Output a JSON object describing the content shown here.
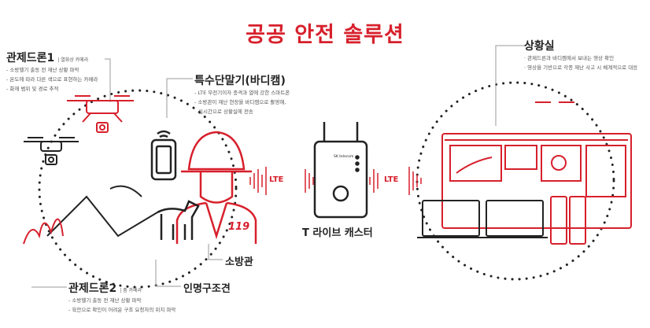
{
  "title": "공공 안전 솔루션",
  "drone1": {
    "title": "관제드론1",
    "sub": "| 열화상 카메라",
    "items": [
      "- 소방헬기 출동 전 재난 상황 파악",
      "- 온도에 따라 다른 색으로 표현하는 카메라",
      "- 화재 범위 및 경로 추적"
    ]
  },
  "bodycam": {
    "title": "특수단말기(바디캠)",
    "items": [
      "- LTE 무전기이자 충격과 열에 강한 스마트폰",
      "- 소방관이 재난 현장을 바디캠으로 촬영해,",
      "  실시간으로 상황실에 전송"
    ]
  },
  "control": {
    "title": "상황실",
    "items": [
      "· 관제드론과 바디캠에서 보내는 영상 확인",
      "· 영상을 기반으로 각종 재난 사고 시 체계적으로 대응"
    ]
  },
  "drone2": {
    "title": "관제드론2",
    "sub": "| 줌 카메라",
    "items": [
      "- 소방헬기 출동 전 재난 상황 파악",
      "- 육안으로 확인이 어려운 구조 요청자의 위치 파악"
    ]
  },
  "labels": {
    "firefighter": "소방관",
    "dog": "인명구조견",
    "caster": "T 라이브 캐스터",
    "lte_left": "LTE",
    "lte_right": "LTE",
    "badge": "119",
    "brand": "SK telecom"
  },
  "colors": {
    "accent": "#d7202c",
    "dark": "#333333"
  }
}
